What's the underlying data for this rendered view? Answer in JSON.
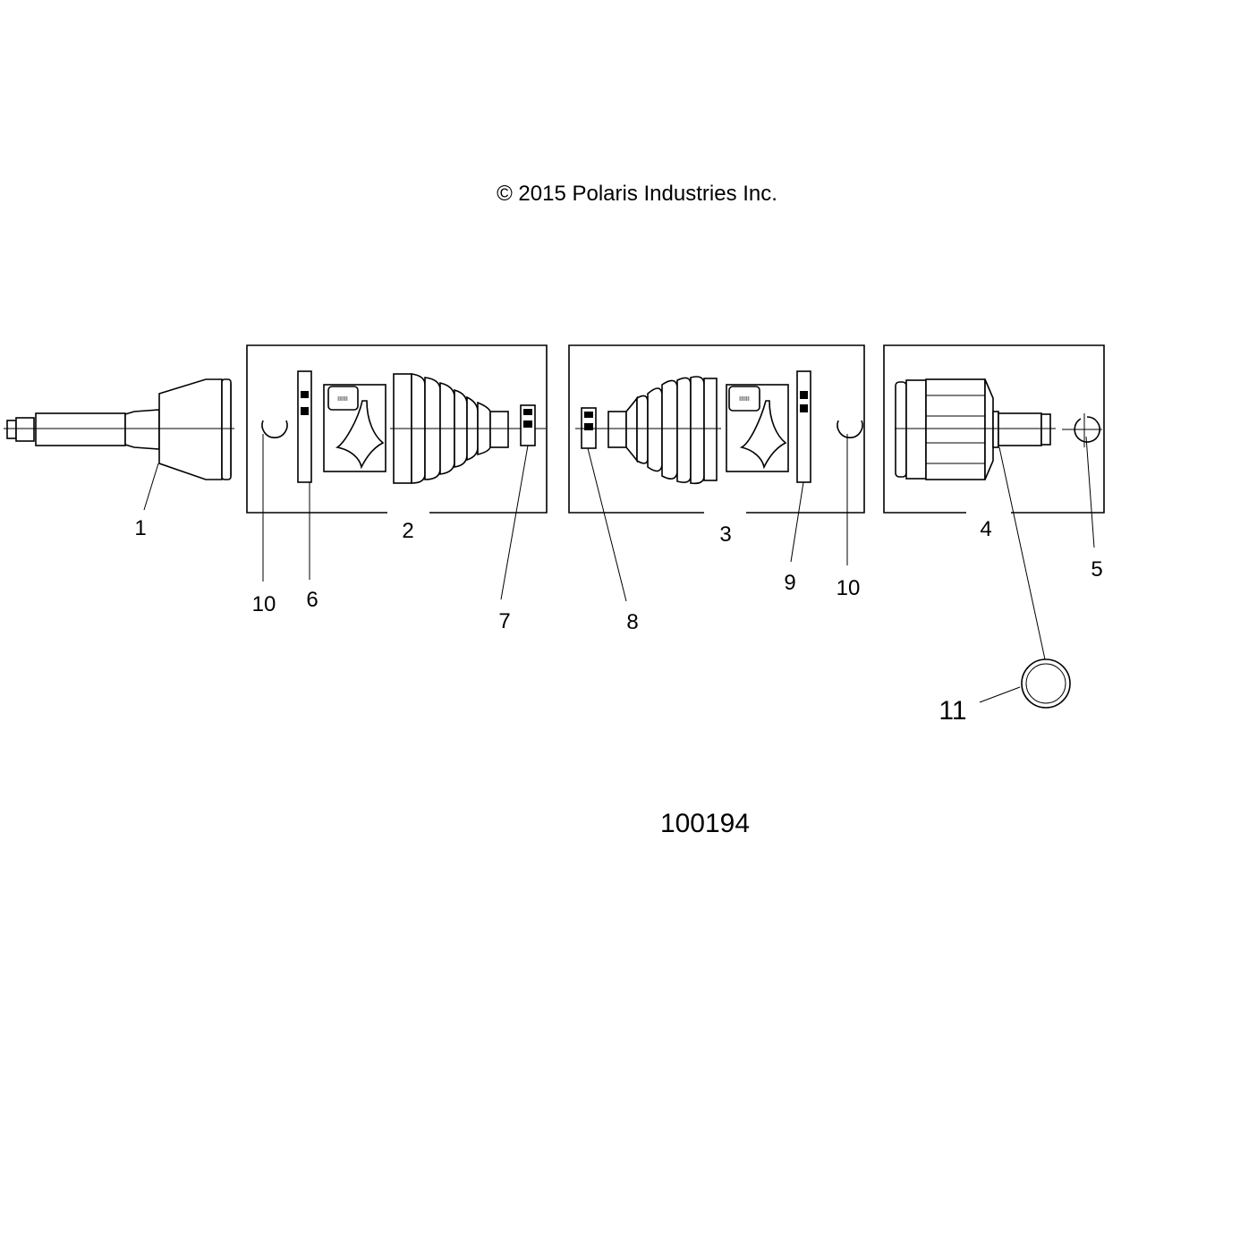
{
  "copyright": "© 2015 Polaris Industries Inc.",
  "diagram_id": "100194",
  "callouts": {
    "c1": "1",
    "c2": "2",
    "c3": "3",
    "c4": "4",
    "c5": "5",
    "c6": "6",
    "c7": "7",
    "c8": "8",
    "c9": "9",
    "c10a": "10",
    "c10b": "10",
    "c11": "11"
  },
  "kit_label_text": "IIIIII"
}
